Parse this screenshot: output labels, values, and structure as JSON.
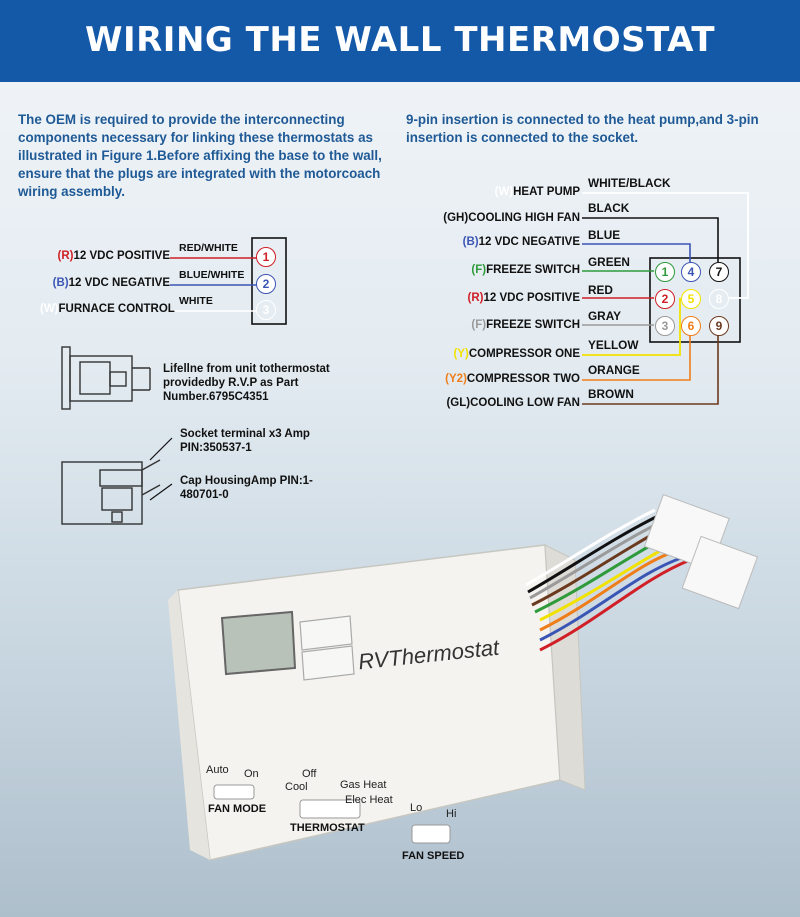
{
  "header": {
    "title": "WIRING THE WALL THERMOSTAT"
  },
  "intro": {
    "left": "The OEM is required to provide the interconnecting components necessary for linking these thermostats as illustrated in Figure 1.Before affixing the base to the wall, ensure that the plugs are integrated with the motorcoach wiring assembly.",
    "right": "9-pin insertion is connected to the heat pump,and 3-pin insertion is connected to the socket."
  },
  "three_pin": [
    {
      "code": "(R)",
      "code_color": "#d01f26",
      "label": "12 VDC POSITIVE",
      "wire": "RED/WHITE",
      "pin": "1",
      "color": "#d01f26"
    },
    {
      "code": "(B)",
      "code_color": "#3b55b5",
      "label": "12 VDC NEGATIVE",
      "wire": "BLUE/WHITE",
      "pin": "2",
      "color": "#3b55b5"
    },
    {
      "code": "(W)",
      "code_color": "#ffffff",
      "label": "FURNACE CONTROL",
      "wire": "WHITE",
      "pin": "3",
      "color": "#ffffff"
    }
  ],
  "nine_pin": [
    {
      "code": "(W)",
      "code_color": "#ffffff",
      "label": "HEAT PUMP",
      "wire": "WHITE/BLACK",
      "pin": "8",
      "color": "#ffffff"
    },
    {
      "code": "(GH)",
      "code_color": "#111111",
      "label": "COOLING HIGH FAN",
      "wire": "BLACK",
      "pin": "7",
      "color": "#111111"
    },
    {
      "code": "(B)",
      "code_color": "#3b55b5",
      "label": "12 VDC NEGATIVE",
      "wire": "BLUE",
      "pin": "4",
      "color": "#3b55b5"
    },
    {
      "code": "(F)",
      "code_color": "#2e9a3a",
      "label": "FREEZE SWITCH",
      "wire": "GREEN",
      "pin": "1",
      "color": "#2e9a3a"
    },
    {
      "code": "(R)",
      "code_color": "#d01f26",
      "label": "12 VDC POSITIVE",
      "wire": "RED",
      "pin": "2",
      "color": "#d01f26"
    },
    {
      "code": "(F)",
      "code_color": "#9a9a9a",
      "label": "FREEZE SWITCH",
      "wire": "GRAY",
      "pin": "3",
      "color": "#9a9a9a"
    },
    {
      "code": "(Y)",
      "code_color": "#f2e200",
      "label": "COMPRESSOR ONE",
      "wire": "YELLOW",
      "pin": "5",
      "color": "#f2e200"
    },
    {
      "code": "(Y2)",
      "code_color": "#ef7d1a",
      "label": "COMPRESSOR TWO",
      "wire": "ORANGE",
      "pin": "6",
      "color": "#ef7d1a"
    },
    {
      "code": "(GL)",
      "code_color": "#111111",
      "label": "COOLING LOW FAN",
      "wire": "BROWN",
      "pin": "9",
      "color": "#6b3a1e"
    }
  ],
  "connector_notes": {
    "lifeline": "Lifellne from unit tothermostat providedby R.V.P as Part Number.6795C4351",
    "socket": "Socket terminal x3 Amp PIN:350537-1",
    "cap": "Cap HousingAmp PIN:1-480701-0"
  },
  "thermostat": {
    "brand": "RVThermostat",
    "fan_mode": {
      "label": "FAN MODE",
      "left": "Auto",
      "right": "On"
    },
    "mode": {
      "label": "THERMOSTAT",
      "opt1": "Off",
      "opt2": "Cool",
      "opt3": "Gas Heat",
      "opt4": "Elec Heat"
    },
    "fan_speed": {
      "label": "FAN SPEED",
      "left": "Lo",
      "right": "Hi"
    }
  }
}
